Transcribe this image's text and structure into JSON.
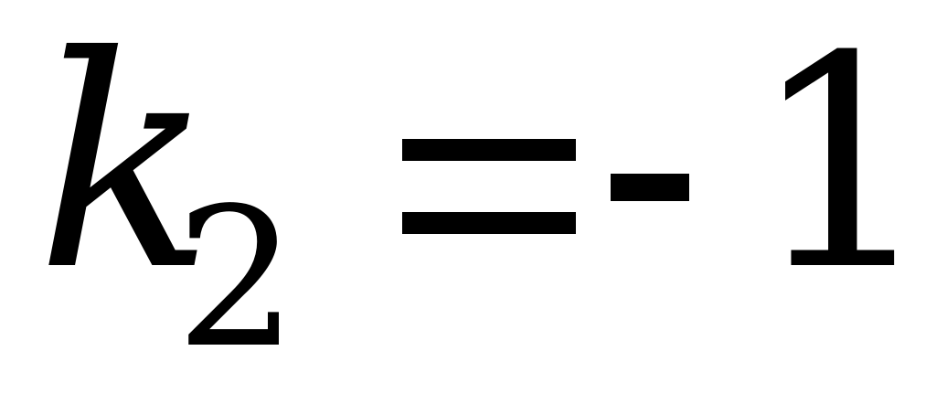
{
  "formula": {
    "variable": "k",
    "subscript": "2",
    "equals": "=",
    "minus": "-",
    "value": "1"
  }
}
